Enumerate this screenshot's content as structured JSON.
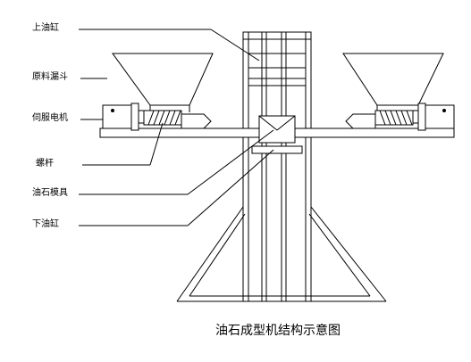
{
  "labels": {
    "upper_cylinder": "上油缸",
    "hopper": "原料漏斗",
    "servo_motor": "伺服电机",
    "screw": "螺杆",
    "mold": "油石模具",
    "lower_cylinder": "下油缸"
  },
  "caption": "油石成型机结构示意图",
  "colors": {
    "line": "#000000",
    "background": "#ffffff"
  }
}
